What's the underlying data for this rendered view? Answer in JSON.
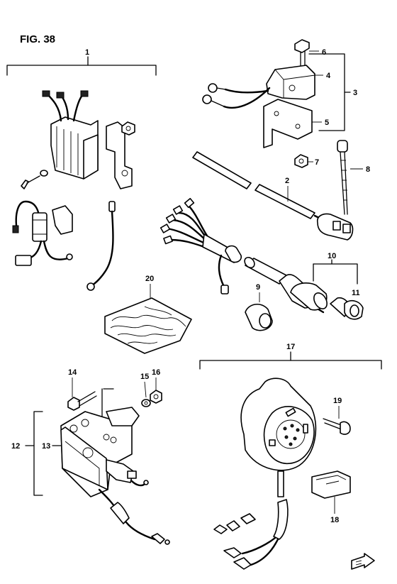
{
  "figure_title": "FIG. 38",
  "callouts": {
    "c1": "1",
    "c2": "2",
    "c3": "3",
    "c4": "4",
    "c5": "5",
    "c6": "6",
    "c7": "7",
    "c8": "8",
    "c9": "9",
    "c10": "10",
    "c11": "11",
    "c12": "12",
    "c13": "13",
    "c14": "14",
    "c15": "15",
    "c16": "16",
    "c17": "17",
    "c18": "18",
    "c19": "19",
    "c20": "20"
  },
  "colors": {
    "ink": "#000000",
    "paper": "#ffffff"
  }
}
